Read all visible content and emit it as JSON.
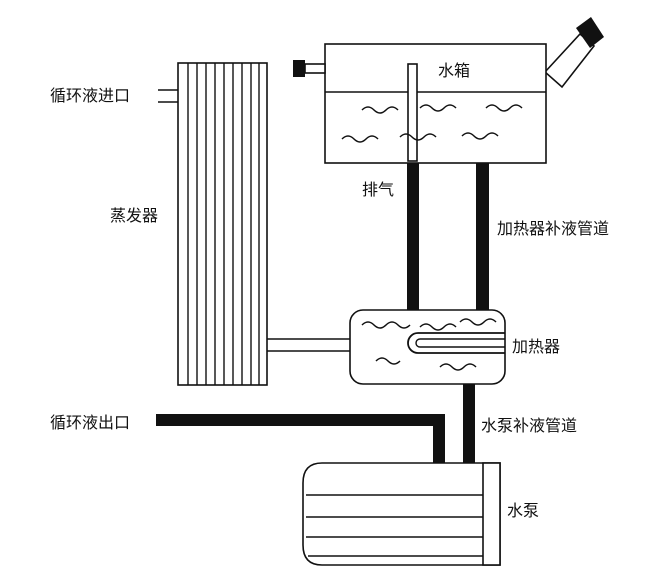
{
  "labels": {
    "inlet": "循环液进口",
    "evaporator": "蒸发器",
    "tank": "水箱",
    "vent": "排气",
    "heater_refill_pipe": "加热器补液管道",
    "heater": "加热器",
    "outlet": "循环液出口",
    "pump_refill_pipe": "水泵补液管道",
    "pump": "水泵"
  }
}
